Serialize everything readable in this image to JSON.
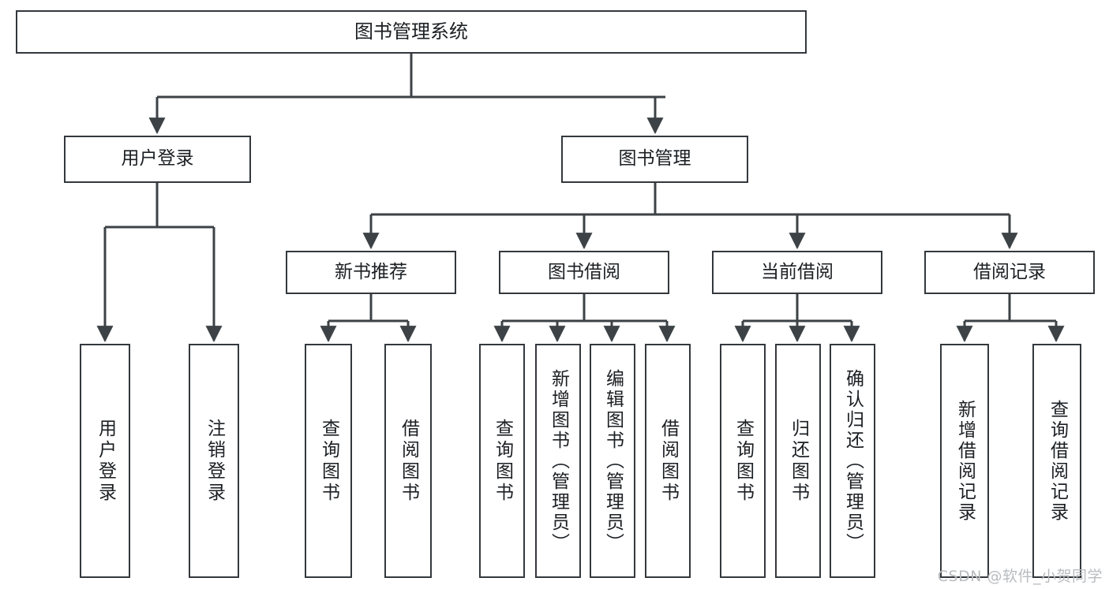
{
  "diagram": {
    "title": "图书管理系统",
    "type": "tree",
    "watermark": "CSDN @软件_小贺同学",
    "colors": {
      "box_border": "#33383d",
      "box_fill": "#ffffff",
      "connector": "#3c4246",
      "text": "#1b1f23",
      "watermark": "#b9bcbf",
      "background": "#ffffff"
    },
    "root": {
      "label": "图书管理系统"
    },
    "level2": [
      {
        "label": "用户登录"
      },
      {
        "label": "图书管理"
      }
    ],
    "level3": [
      {
        "label": "新书推荐"
      },
      {
        "label": "图书借阅"
      },
      {
        "label": "当前借阅"
      },
      {
        "label": "借阅记录"
      }
    ],
    "leaves": {
      "user_login": [
        {
          "label": "用户登录"
        },
        {
          "label": "注销登录"
        }
      ],
      "new_book_recommend": [
        {
          "label": "查询图书"
        },
        {
          "label": "借阅图书"
        }
      ],
      "book_borrow": [
        {
          "label": "查询图书"
        },
        {
          "label": "新增图书（管理员）"
        },
        {
          "label": "编辑图书（管理员）"
        },
        {
          "label": "借阅图书"
        }
      ],
      "current_borrow": [
        {
          "label": "查询图书"
        },
        {
          "label": "归还图书"
        },
        {
          "label": "确认归还（管理员）"
        }
      ],
      "borrow_record": [
        {
          "label": "新增借阅记录"
        },
        {
          "label": "查询借阅记录"
        }
      ]
    }
  }
}
